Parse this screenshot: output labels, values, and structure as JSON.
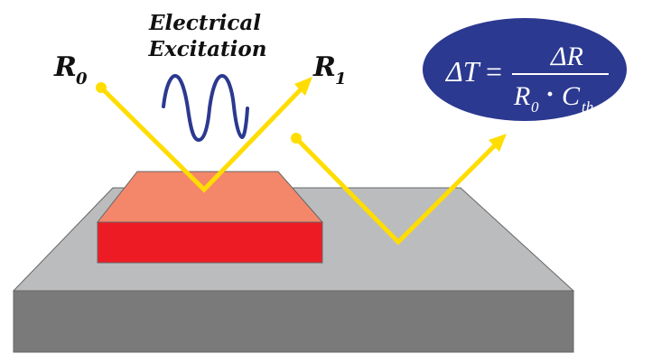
{
  "labels": {
    "r0_main": "R",
    "r0_sub": "0",
    "r1_main": "R",
    "r1_sub": "1",
    "excitation_line1": "Electrical",
    "excitation_line2": "Excitation"
  },
  "equation": {
    "lhs": "ΔT",
    "equals": "=",
    "numerator": "ΔR",
    "denominator_r": "R",
    "denominator_r_sub": "0",
    "dot": "·",
    "denominator_c": "C",
    "denominator_c_sub": "th"
  },
  "colors": {
    "beam": "#ffdd00",
    "wave": "#2b3990",
    "ellipse": "#2b3990",
    "heater_top": "#f4876a",
    "heater_front": "#ed1c24",
    "substrate_top": "#bbbcbe",
    "substrate_front": "#7a7a7a",
    "outline": "#666666"
  }
}
